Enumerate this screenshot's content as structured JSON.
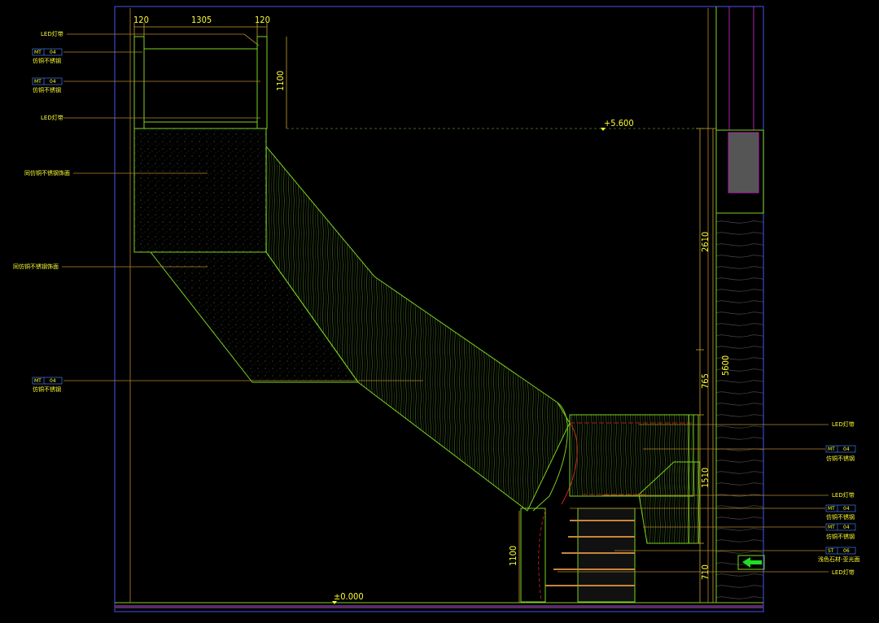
{
  "dims": {
    "top_left": "120",
    "top_mid": "1305",
    "top_right": "120",
    "rail_top_height": "1100",
    "rail_bottom_height": "1100",
    "v_2610": "2610",
    "v_765": "765",
    "v_5600": "5600",
    "v_1510": "1510",
    "v_710": "710"
  },
  "levels": {
    "upper": "+5.600",
    "ground": "±0.000"
  },
  "left_labels": {
    "led_strip_1": "LED灯带",
    "mt_1_tag": "MT",
    "mt_1_num": "04",
    "mt_1_text": "仿铜不锈钢",
    "mt_2_tag": "MT",
    "mt_2_num": "04",
    "mt_2_text": "仿铜不锈钢",
    "led_strip_2": "LED灯带",
    "underside_1": "同仿铜不锈钢饰面",
    "underside_2": "同仿铜不锈钢饰面",
    "mt_3_tag": "MT",
    "mt_3_num": "04",
    "mt_3_text": "仿铜不锈钢"
  },
  "right_labels": {
    "led_strip_1": "LED灯带",
    "mt_1_tag": "MT",
    "mt_1_num": "04",
    "mt_1_text": "仿铜不锈钢",
    "led_strip_2": "LED灯带",
    "mt_2_tag": "MT",
    "mt_2_num": "04",
    "mt_2_text": "仿铜不锈钢",
    "mt_3_tag": "MT",
    "mt_3_num": "04",
    "mt_3_text": "仿铜不锈钢",
    "st_tag": "ST",
    "st_num": "06",
    "st_text": "浅色石材-亚光面",
    "led_strip_3": "LED灯带"
  },
  "colors": {
    "linework": "#7cd21f",
    "text": "#ffff33",
    "frame": "#3a46c8",
    "accent_red": "#e02020",
    "wall_magenta": "#b020b0"
  }
}
